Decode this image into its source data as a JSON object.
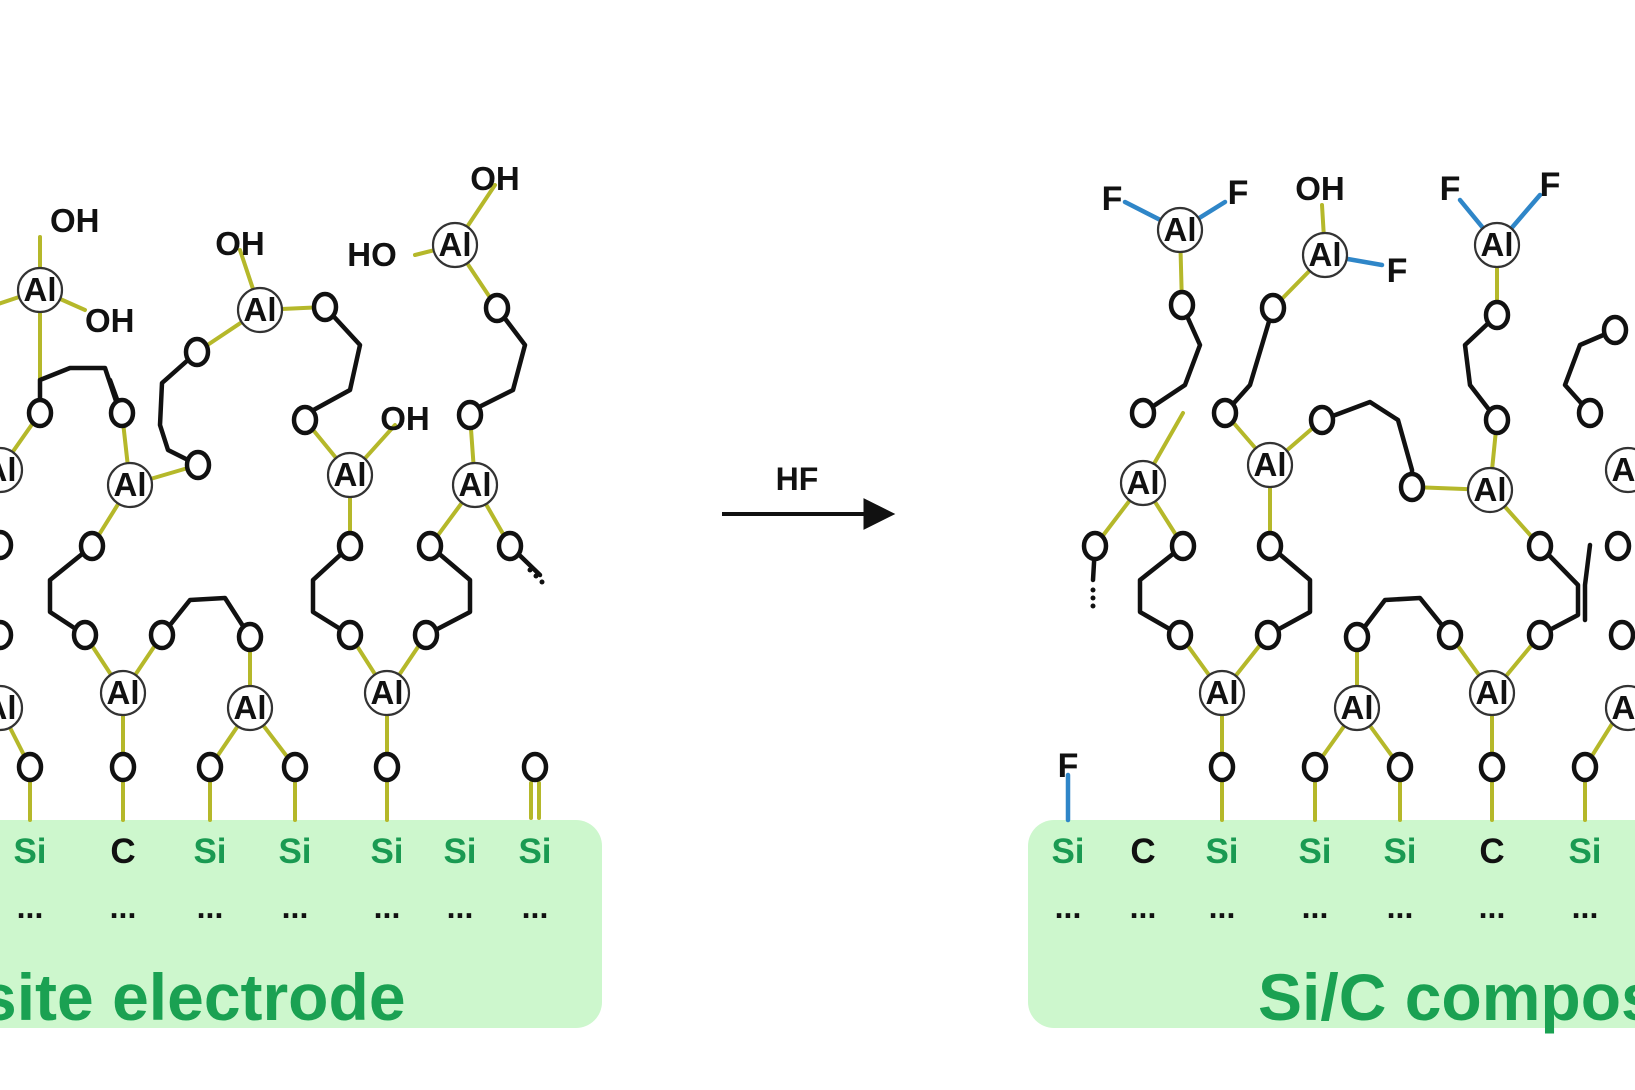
{
  "reaction": {
    "arrow_label": "HF"
  },
  "left_panel": {
    "substrate_label": "site electrode",
    "surface_atoms": [
      "Si",
      "C",
      "Si",
      "Si",
      "Si",
      "Si",
      "Si"
    ],
    "dots": "..."
  },
  "right_panel": {
    "substrate_label": "Si/C compos",
    "surface_atoms": [
      "Si",
      "C",
      "Si",
      "Si",
      "Si",
      "C",
      "Si"
    ],
    "dots": "..."
  },
  "atoms": {
    "aluminum": "Al",
    "hydroxyl": "OH",
    "hydroxyl_left": "HO",
    "fluorine": "F",
    "oxygen": "O"
  },
  "colors": {
    "substrate_fill": "#cdf7cd",
    "substrate_text": "#1aa152",
    "silicon_text": "#1a9a52",
    "al_o_bond": "#b5b82a",
    "al_f_bond": "#2f86c8",
    "chain_bond": "#111111",
    "arrow": "#111111"
  }
}
